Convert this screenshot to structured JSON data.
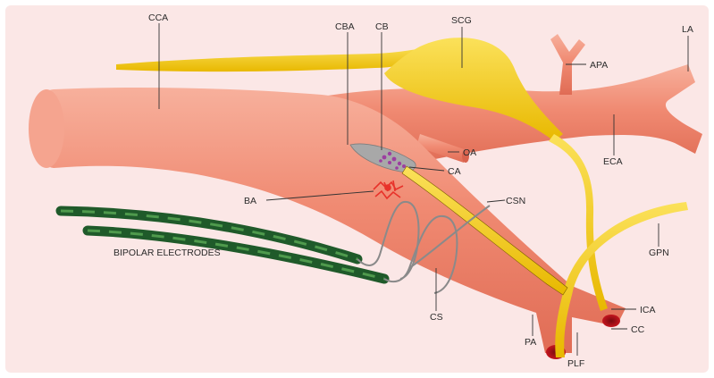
{
  "colors": {
    "background": "#fbe7e6",
    "artery": "#f08a72",
    "artery_light": "#f7b3a0",
    "artery_dark": "#d9634e",
    "nerve": "#f5c518",
    "nerve_dark": "#d9a900",
    "electrode": "#1f5a2a",
    "electrode_stripe": "#4f9a4d",
    "sinus_wire": "#8a8a8a",
    "carotid_body": "#a8a8a8",
    "glomus": "#9c3fa0",
    "baroreceptor": "#e8322a",
    "cut_end": "#b5121b"
  },
  "labels": {
    "cca": "CCA",
    "cba": "CBA",
    "cb": "CB",
    "scg": "SCG",
    "apa": "APA",
    "la": "LA",
    "oa": "OA",
    "eca": "ECA",
    "ca": "CA",
    "csn": "CSN",
    "ba": "BA",
    "gpn": "GPN",
    "bipolar_electrodes": "BIPOLAR ELECTRODES",
    "cs": "CS",
    "ica": "ICA",
    "cc": "CC",
    "pa": "PA",
    "plf": "PLF"
  }
}
